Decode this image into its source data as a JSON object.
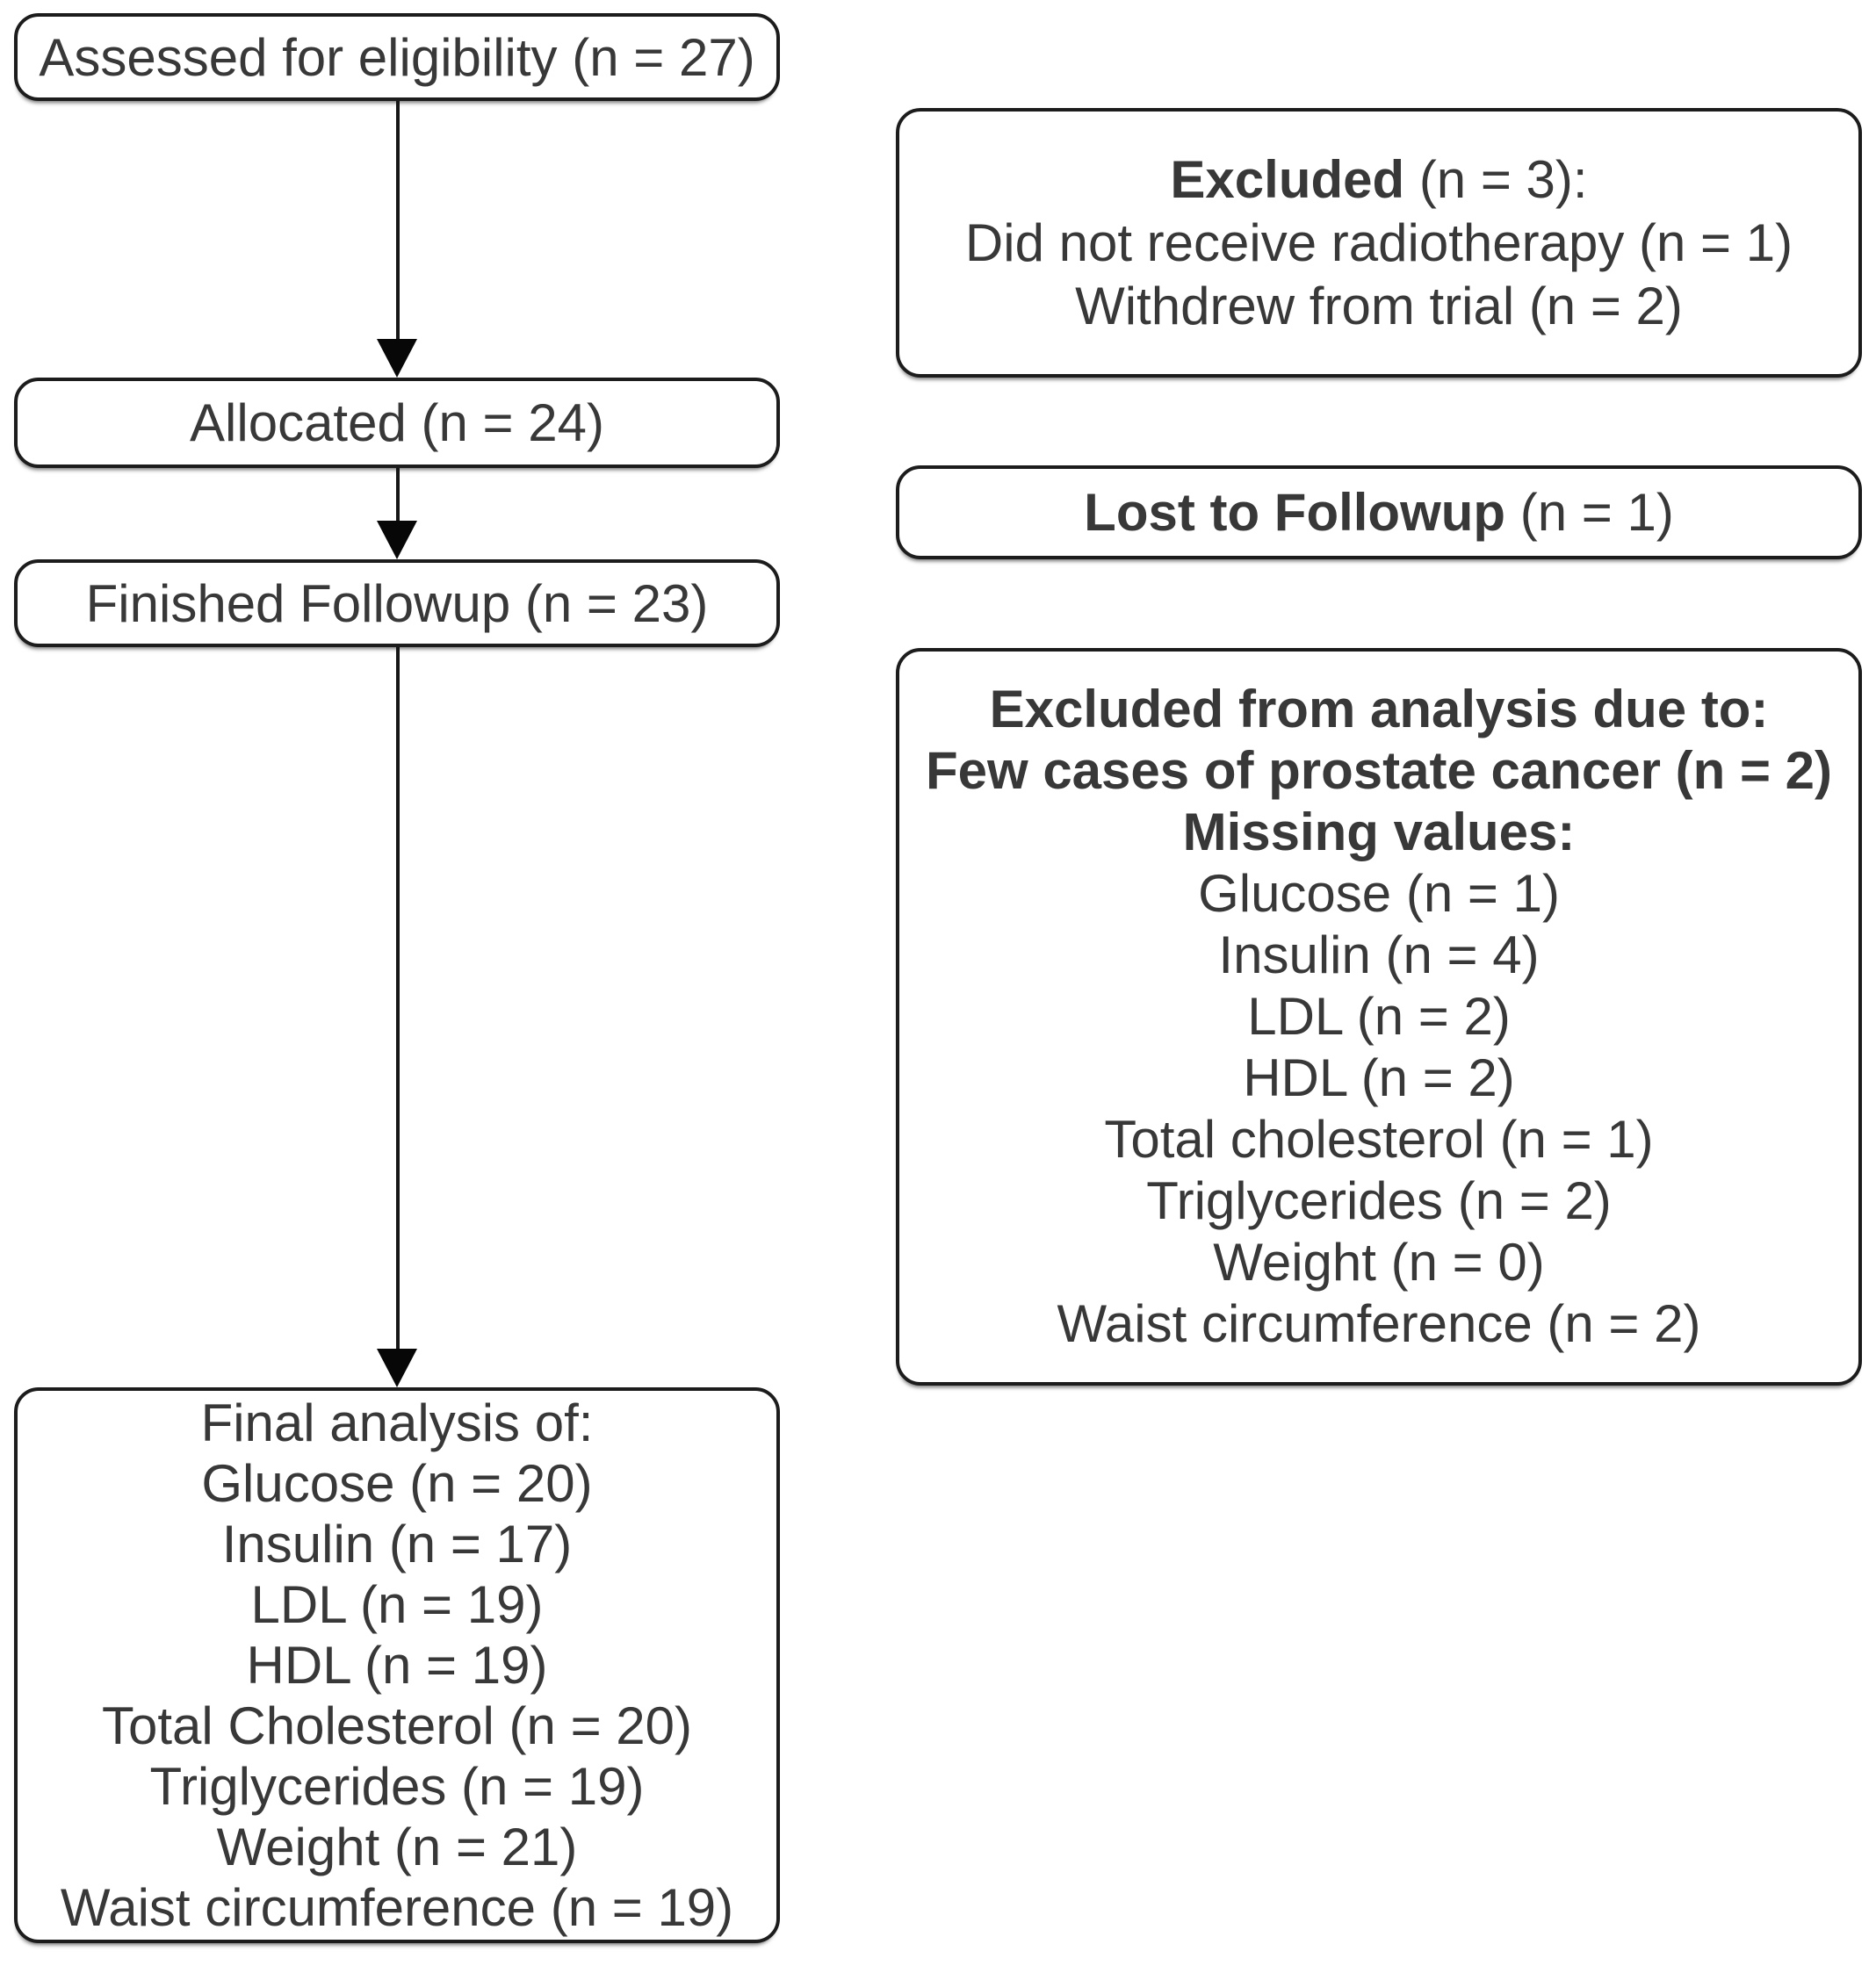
{
  "colors": {
    "background": "#ffffff",
    "border": "#1c1c1c",
    "text": "#383838",
    "arrow": "#070707"
  },
  "nodes": {
    "assessed": {
      "label": "Assessed for eligibility (n = 27)"
    },
    "allocated": {
      "label": "Allocated (n = 24)"
    },
    "finished": {
      "label": "Finished Followup (n = 23)"
    },
    "final_analysis": {
      "lines": [
        "Final analysis of:",
        "Glucose (n = 20)",
        "Insulin (n = 17)",
        "LDL (n = 19)",
        "HDL (n = 19)",
        "Total Cholesterol (n = 20)",
        "Triglycerides (n = 19)",
        "Weight (n = 21)",
        "Waist circumference (n = 19)"
      ]
    },
    "excluded": {
      "title_bold": "Excluded",
      "title_rest": " (n = 3):",
      "lines": [
        "Did not receive radiotherapy (n = 1)",
        "Withdrew from trial (n = 2)"
      ]
    },
    "lost_followup": {
      "bold": "Lost to Followup",
      "rest": " (n = 1)"
    },
    "excluded_analysis": {
      "bold_lines": [
        "Excluded from analysis due to:",
        "Few cases of prostate cancer (n = 2)",
        "Missing values:"
      ],
      "lines": [
        "Glucose (n = 1)",
        "Insulin (n = 4)",
        "LDL (n = 2)",
        "HDL (n = 2)",
        "Total cholesterol (n = 1)",
        "Triglycerides (n = 2)",
        "Weight (n = 0)",
        "Waist circumference (n = 2)"
      ]
    }
  }
}
